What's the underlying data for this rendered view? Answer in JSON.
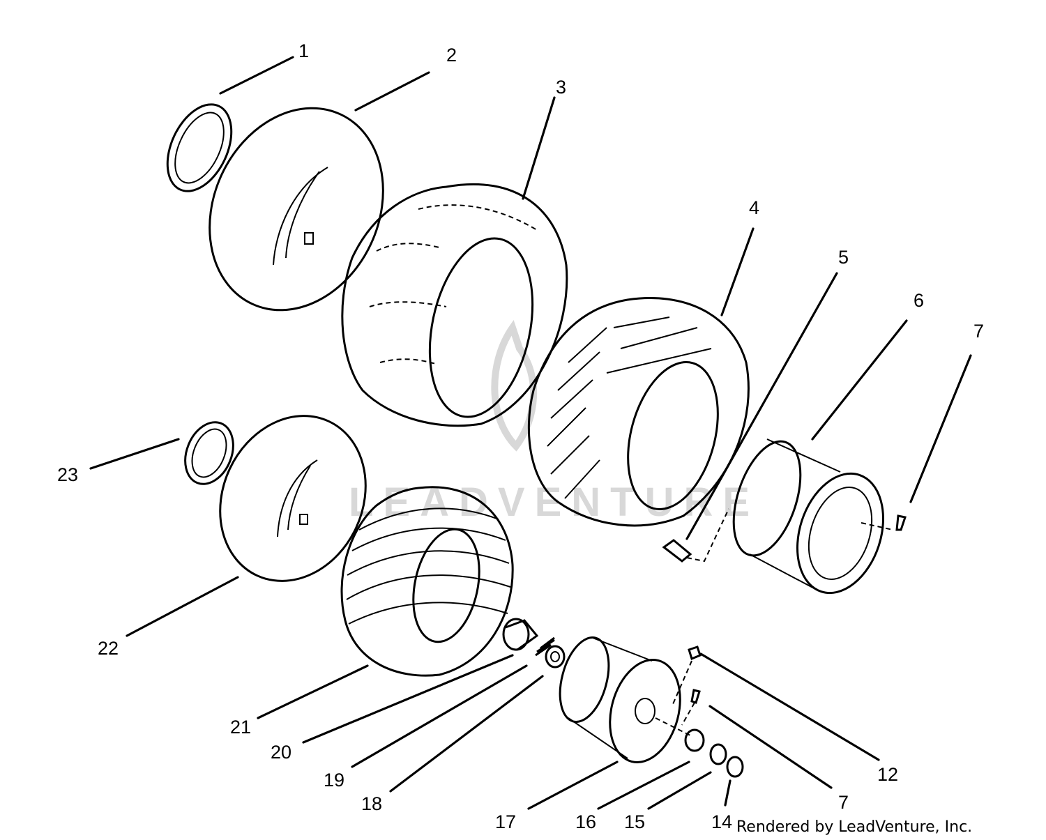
{
  "diagram": {
    "callouts": [
      "1",
      "2",
      "3",
      "4",
      "5",
      "6",
      "7",
      "23",
      "22",
      "21",
      "20",
      "19",
      "18",
      "17",
      "16",
      "15",
      "14",
      "12",
      "7"
    ],
    "credit": "Rendered by LeadVenture, Inc.",
    "watermark": "LEADVENTURE"
  }
}
